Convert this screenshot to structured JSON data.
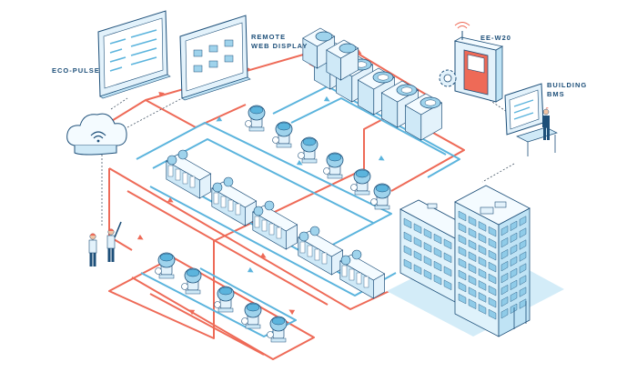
{
  "labels": {
    "eco_pulse": "ECO-PULSE",
    "remote_line1": "REMOTE",
    "remote_line2": "WEB DISPLAY",
    "ee_w20": "EE-W20",
    "bms_line1": "BUILDING",
    "bms_line2": "BMS"
  },
  "colors": {
    "supply_pipe": "#ee6a57",
    "return_pipe": "#5bb4dd",
    "equipment_fill": "#e3f2fb",
    "equipment_outline": "#1d4f79",
    "dashed_link": "#4a5a6a",
    "building_glass": "#bfe3f5",
    "ground_shadow": "#d3ecf8"
  },
  "icons": {
    "cloud": "wifi-cloud-icon",
    "monitor_eco": "eco-pulse-monitor-icon",
    "monitor_remote": "remote-web-display-icon",
    "controller": "ee-w20-controller-icon",
    "bms": "bms-workstation-icon",
    "building": "office-building-icon"
  }
}
